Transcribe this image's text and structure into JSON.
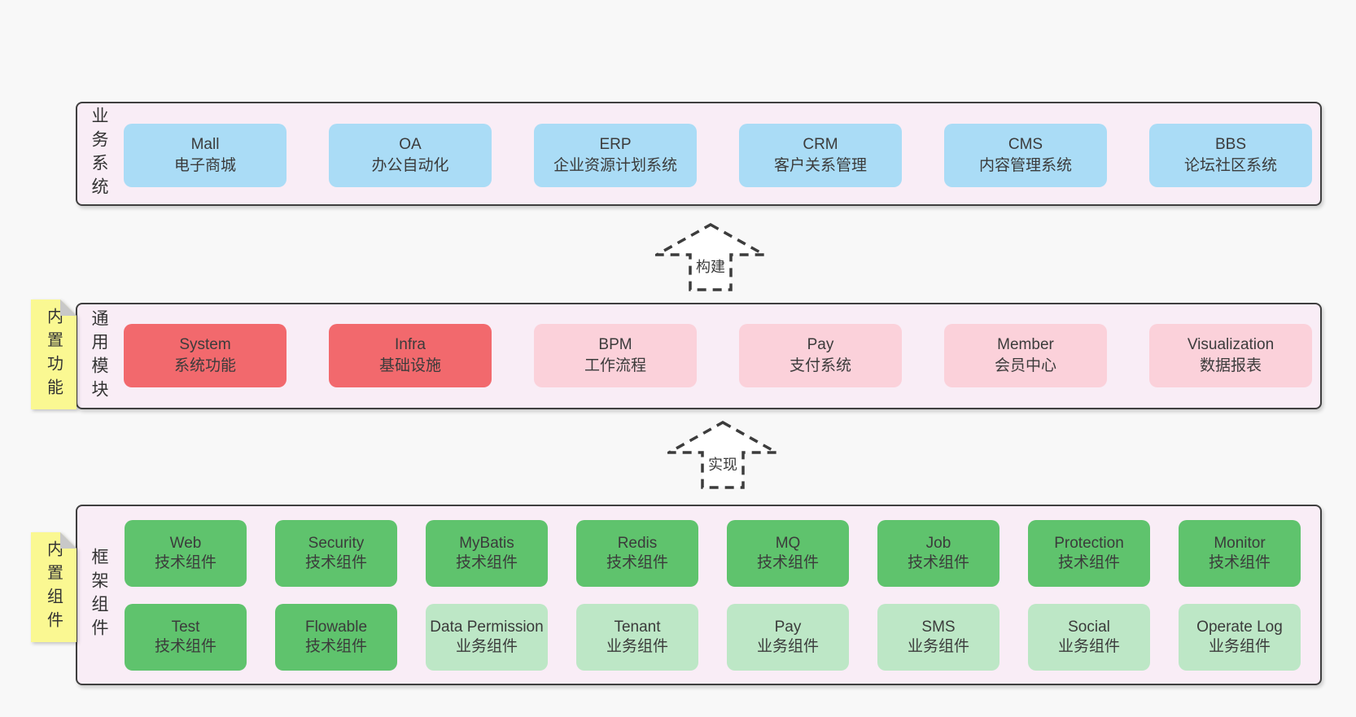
{
  "diagram": {
    "colors": {
      "page_bg": "#f8f8f8",
      "section_bg": "#f9edf6",
      "border": "#3f3f3f",
      "text": "#3b3b3b",
      "blue": "#aadcf6",
      "red": "#f2696d",
      "pink": "#fbd1da",
      "green": "#5fc36d",
      "light_green": "#bde7c6",
      "sticky_yellow": "#faf892",
      "sticky_fold": "#c8c8c8"
    },
    "arrows": [
      {
        "label": "构建"
      },
      {
        "label": "实现"
      }
    ],
    "sections": {
      "business": {
        "label": "业务系统",
        "boxes": [
          {
            "title": "Mall",
            "subtitle": "电子商城"
          },
          {
            "title": "OA",
            "subtitle": "办公自动化"
          },
          {
            "title": "ERP",
            "subtitle": "企业资源计划系统"
          },
          {
            "title": "CRM",
            "subtitle": "客户关系管理"
          },
          {
            "title": "CMS",
            "subtitle": "内容管理系统"
          },
          {
            "title": "BBS",
            "subtitle": "论坛社区系统"
          }
        ]
      },
      "modules": {
        "label": "通用模块",
        "sticky": "内置功能",
        "boxes": [
          {
            "title": "System",
            "subtitle": "系统功能",
            "variant": "red"
          },
          {
            "title": "Infra",
            "subtitle": "基础设施",
            "variant": "red"
          },
          {
            "title": "BPM",
            "subtitle": "工作流程",
            "variant": "pink"
          },
          {
            "title": "Pay",
            "subtitle": "支付系统",
            "variant": "pink"
          },
          {
            "title": "Member",
            "subtitle": "会员中心",
            "variant": "pink"
          },
          {
            "title": "Visualization",
            "subtitle": "数据报表",
            "variant": "pink"
          }
        ]
      },
      "components": {
        "label": "框架组件",
        "sticky": "内置组件",
        "row1": [
          {
            "title": "Web",
            "subtitle": "技术组件",
            "variant": "green"
          },
          {
            "title": "Security",
            "subtitle": "技术组件",
            "variant": "green"
          },
          {
            "title": "MyBatis",
            "subtitle": "技术组件",
            "variant": "green"
          },
          {
            "title": "Redis",
            "subtitle": "技术组件",
            "variant": "green"
          },
          {
            "title": "MQ",
            "subtitle": "技术组件",
            "variant": "green"
          },
          {
            "title": "Job",
            "subtitle": "技术组件",
            "variant": "green"
          },
          {
            "title": "Protection",
            "subtitle": "技术组件",
            "variant": "green"
          },
          {
            "title": "Monitor",
            "subtitle": "技术组件",
            "variant": "green"
          }
        ],
        "row2": [
          {
            "title": "Test",
            "subtitle": "技术组件",
            "variant": "green"
          },
          {
            "title": "Flowable",
            "subtitle": "技术组件",
            "variant": "green"
          },
          {
            "title": "Data Permission",
            "subtitle": "业务组件",
            "variant": "lightgreen"
          },
          {
            "title": "Tenant",
            "subtitle": "业务组件",
            "variant": "lightgreen"
          },
          {
            "title": "Pay",
            "subtitle": "业务组件",
            "variant": "lightgreen"
          },
          {
            "title": "SMS",
            "subtitle": "业务组件",
            "variant": "lightgreen"
          },
          {
            "title": "Social",
            "subtitle": "业务组件",
            "variant": "lightgreen"
          },
          {
            "title": "Operate Log",
            "subtitle": "业务组件",
            "variant": "lightgreen"
          }
        ]
      }
    }
  }
}
